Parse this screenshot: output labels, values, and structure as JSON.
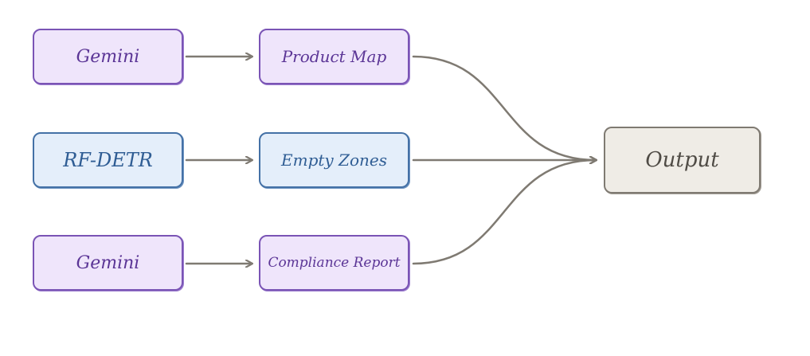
{
  "nodes": {
    "gemini_top": "Gemini",
    "product_map": "Product Map",
    "rf_detr": "RF-DETR",
    "empty_zones": "Empty Zones",
    "gemini_bottom": "Gemini",
    "compliance_report": "Compliance Report",
    "output": "Output"
  },
  "colors": {
    "purple_fill": "#efe5fb",
    "purple_border": "#7a54b5",
    "blue_fill": "#e4eefa",
    "blue_border": "#4471a6",
    "grey_fill": "#efece6",
    "grey_border": "#7f7a72",
    "arrow": "#7f7a72"
  }
}
